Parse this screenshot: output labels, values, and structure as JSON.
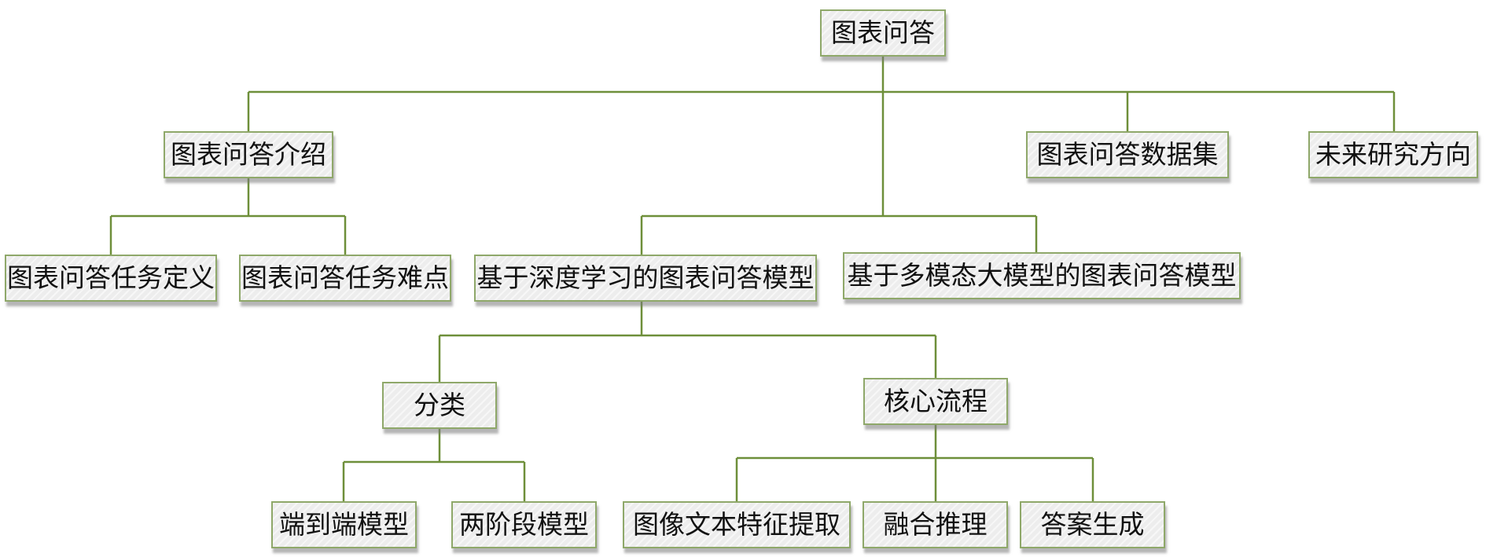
{
  "diagram": {
    "line_color": "#6e8f3a",
    "nodes": {
      "root": "图表问答",
      "intro": "图表问答介绍",
      "dataset": "图表问答数据集",
      "future": "未来研究方向",
      "task_def": "图表问答任务定义",
      "task_diff": "图表问答任务难点",
      "dl_model": "基于深度学习的图表问答模型",
      "mm_model": "基于多模态大模型的图表问答模型",
      "classify": "分类",
      "core": "核心流程",
      "e2e": "端到端模型",
      "two_stage": "两阶段模型",
      "feat": "图像文本特征提取",
      "fusion": "融合推理",
      "answer": "答案生成"
    }
  }
}
